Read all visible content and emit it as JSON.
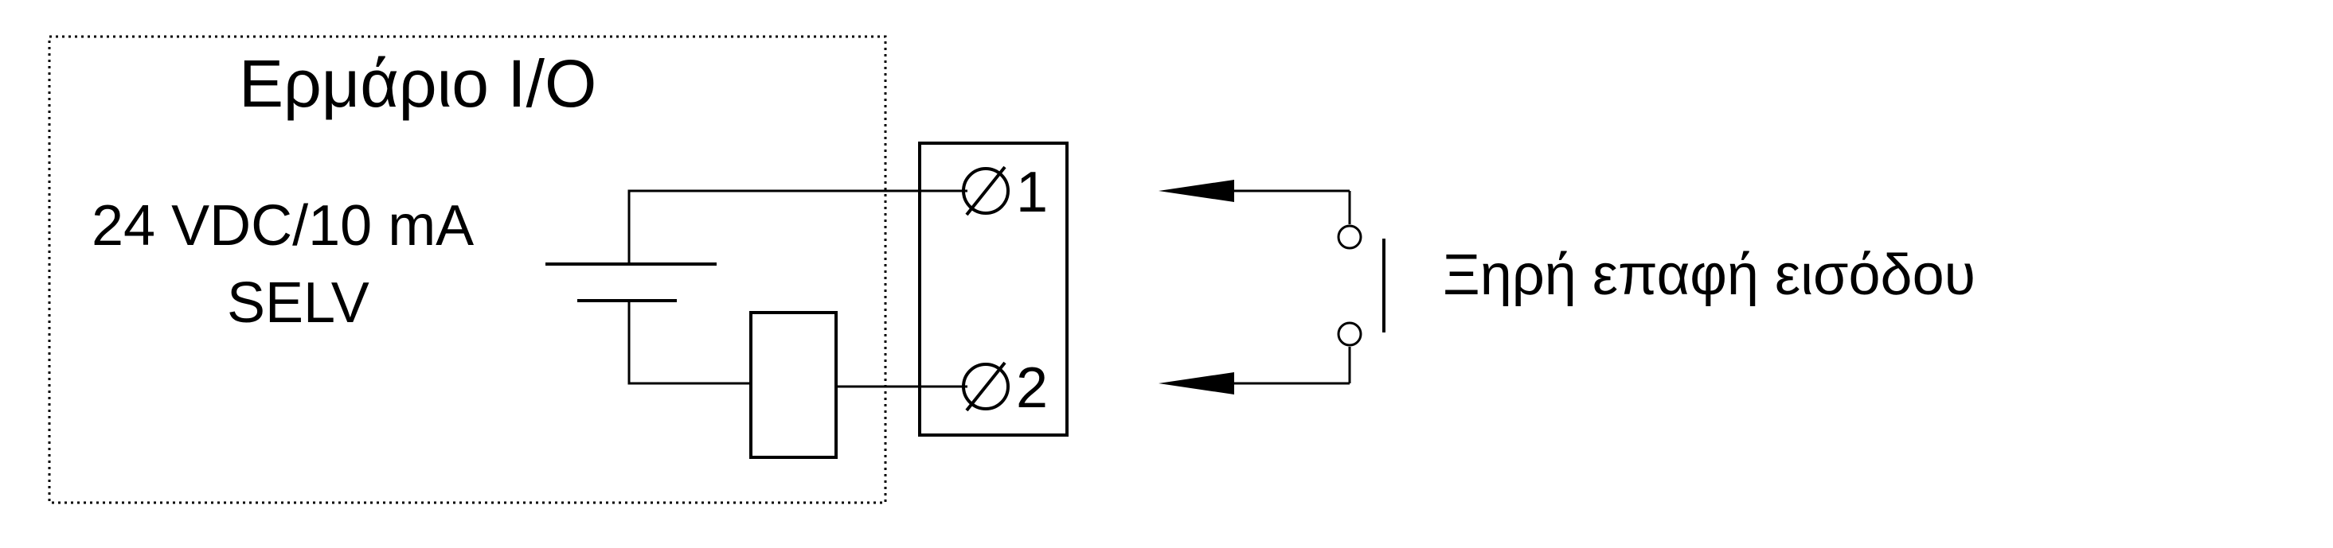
{
  "cabinet": {
    "title": "Ερμάριο I/O",
    "supply_line1": "24 VDC/10 mA",
    "supply_line2": "SELV"
  },
  "terminals": [
    {
      "label": "1"
    },
    {
      "label": "2"
    }
  ],
  "input": {
    "label": "Ξηρή επαφή εισόδου"
  },
  "colors": {
    "ink": "#000000",
    "background": "#ffffff"
  }
}
